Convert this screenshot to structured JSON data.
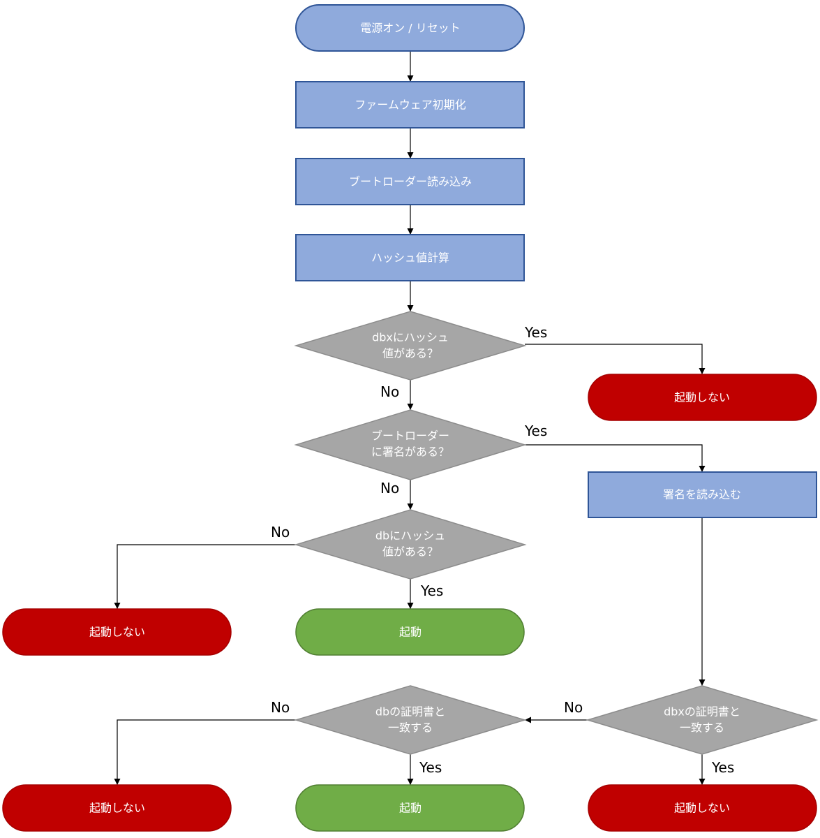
{
  "colors": {
    "process_fill": "#8faadc",
    "process_stroke": "#2f5597",
    "decision_fill": "#a6a6a6",
    "decision_stroke": "#8c8c8c",
    "stop_fill": "#c00000",
    "stop_stroke": "#a50000",
    "start_fill": "#70ad47",
    "start_stroke": "#507e32",
    "text": "#ffffff",
    "line": "#000000"
  },
  "nodes": {
    "power_on": [
      "電源オン / リセット"
    ],
    "firmware_init": [
      "ファームウェア初期化"
    ],
    "bootloader_load": [
      "ブートローダー読み込み"
    ],
    "hash_calc": [
      "ハッシュ値計算"
    ],
    "dbx_hash_check": [
      "dbxにハッシュ",
      "値がある？"
    ],
    "no_boot_1": [
      "起動しない"
    ],
    "signature_check": [
      "ブートローダー",
      "に署名がある？"
    ],
    "load_signature": [
      "署名を読み込む"
    ],
    "db_hash_check": [
      "dbにハッシュ",
      "値がある？"
    ],
    "no_boot_2": [
      "起動しない"
    ],
    "boot_1": [
      "起動"
    ],
    "dbx_cert_check": [
      "dbxの証明書と",
      "一致する"
    ],
    "db_cert_check": [
      "dbの証明書と",
      "一致する"
    ],
    "no_boot_3": [
      "起動しない"
    ],
    "boot_2": [
      "起動"
    ],
    "no_boot_4": [
      "起動しない"
    ]
  },
  "edge_labels": {
    "dbx_hash_yes": "Yes",
    "dbx_hash_no": "No",
    "signature_yes": "Yes",
    "signature_no": "No",
    "db_hash_no": "No",
    "db_hash_yes": "Yes",
    "dbx_cert_no": "No",
    "dbx_cert_yes": "Yes",
    "db_cert_no": "No",
    "db_cert_yes": "Yes"
  }
}
